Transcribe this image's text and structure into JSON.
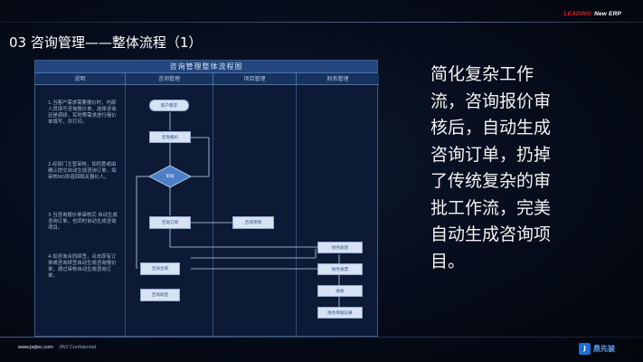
{
  "header": {
    "brand_red": "LEADING",
    "brand_white": "New ERP",
    "title": "03  咨询管理——整体流程（1）"
  },
  "flowchart": {
    "title": "咨询管理整体流程图",
    "lanes": [
      "说明",
      "咨询管理",
      "项目管理",
      "财务管理"
    ],
    "notes": [
      "1.当客户需求需要报价时，内部人员填写咨询报价单，选择咨询还是调研，实地等需求进行报价单填写，并打印。",
      "2.经部门主管审核，如同意或由确认提交自动生成咨询订单，如审核NG则退回相关报价人。",
      "3.当咨询报价单审核完 自动生成咨询订单，也同时自动生成咨询项目。",
      "4.如咨询合同续签，点击原有订单或咨询续签自动生成咨询报价单，通过审核自动生成咨询订单。"
    ],
    "nodes": {
      "start": "客户需求",
      "quote": "咨询报价",
      "review": "审核",
      "order": "咨询订单",
      "project": "咨询项目",
      "contract": "咨询合同",
      "renew": "咨询续签",
      "f1": "财务收款",
      "f2": "财务发票",
      "f3": "收款",
      "f4": "财务单据记录"
    }
  },
  "side_text": "简化复杂工作流，咨询报价审核后，自动生成咨询订单，扔掉了传统复杂的审批工作流，完美自动生成咨询项目。",
  "footer": {
    "url": "www.jwjtec.com",
    "confidential": "JWJ Confidential",
    "logo_text": "鼎先骏",
    "logo_mark": "J"
  },
  "colors": {
    "brand_red": "#e0281e",
    "background": "#050b18",
    "flow_header": "#23467e"
  }
}
